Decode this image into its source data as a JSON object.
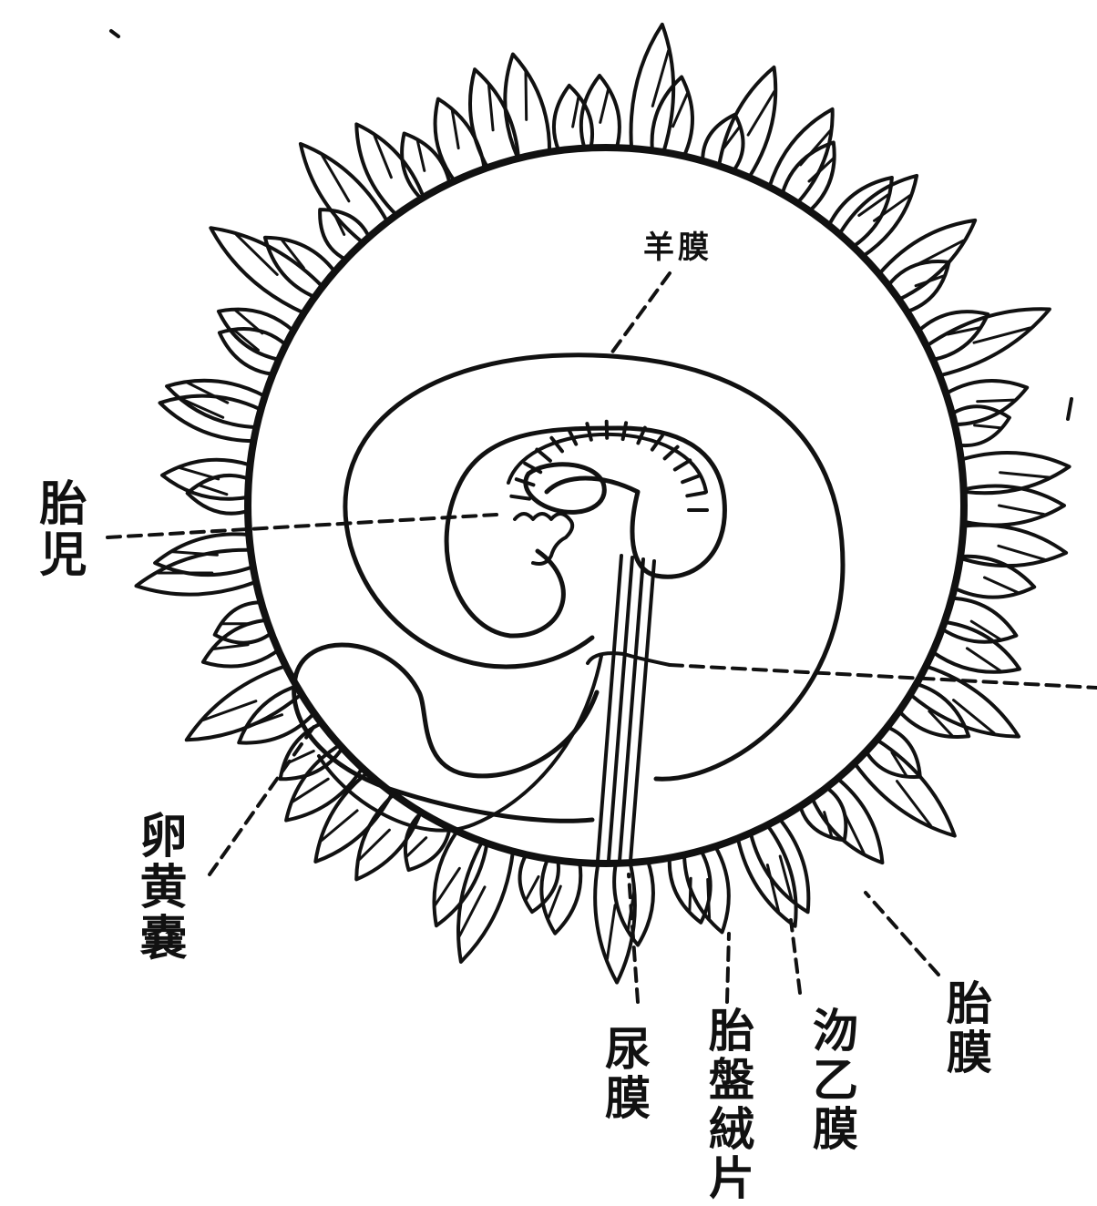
{
  "labels": {
    "amnion": "羊膜",
    "fetus": "胎児",
    "yolk_sac": "卵黄嚢",
    "allantois": "尿膜",
    "placenta": "胎盤絨片",
    "decidua": "沕乙膜",
    "chorion": "胎膜"
  },
  "colors": {
    "ink": "#111111",
    "paper": "#ffffff"
  }
}
